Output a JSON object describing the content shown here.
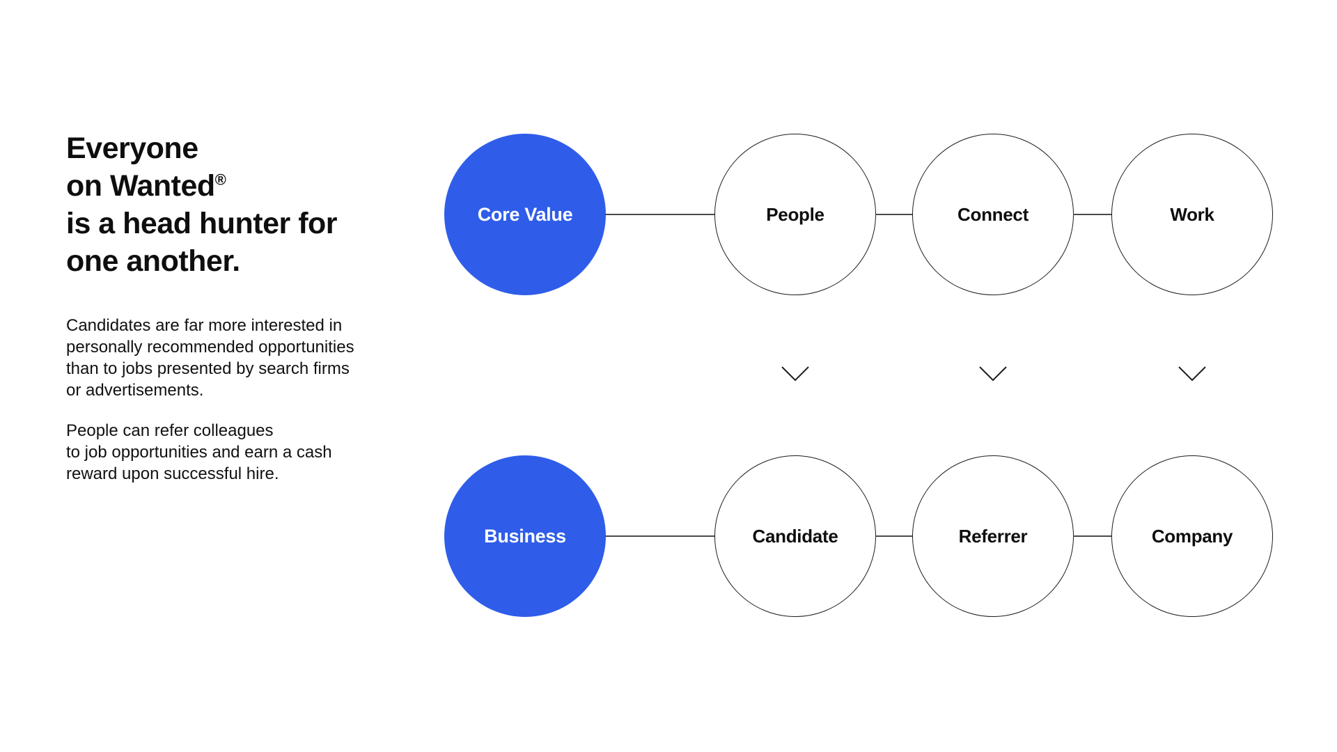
{
  "page": {
    "background": "#ffffff",
    "accent_blue": "#2F5DE9",
    "line_color": "#4a4a4a"
  },
  "intro": {
    "heading": {
      "line1": "Everyone",
      "line2": "on Wanted",
      "line2_mark": "®",
      "line3": "is a head hunter for",
      "line4": "one another."
    },
    "paragraph1": "Candidates are far more interested in\npersonally recommended opportunities\nthan to jobs presented by search firms\nor advertisements.",
    "paragraph2": "People can refer colleagues\nto job opportunities and earn a cash\nreward upon successful hire."
  },
  "diagram": {
    "rows": [
      {
        "lead_label": "Core Value",
        "nodes": [
          "People",
          "Connect",
          "Work"
        ]
      },
      {
        "lead_label": "Business",
        "nodes": [
          "Candidate",
          "Referrer",
          "Company"
        ]
      }
    ]
  }
}
